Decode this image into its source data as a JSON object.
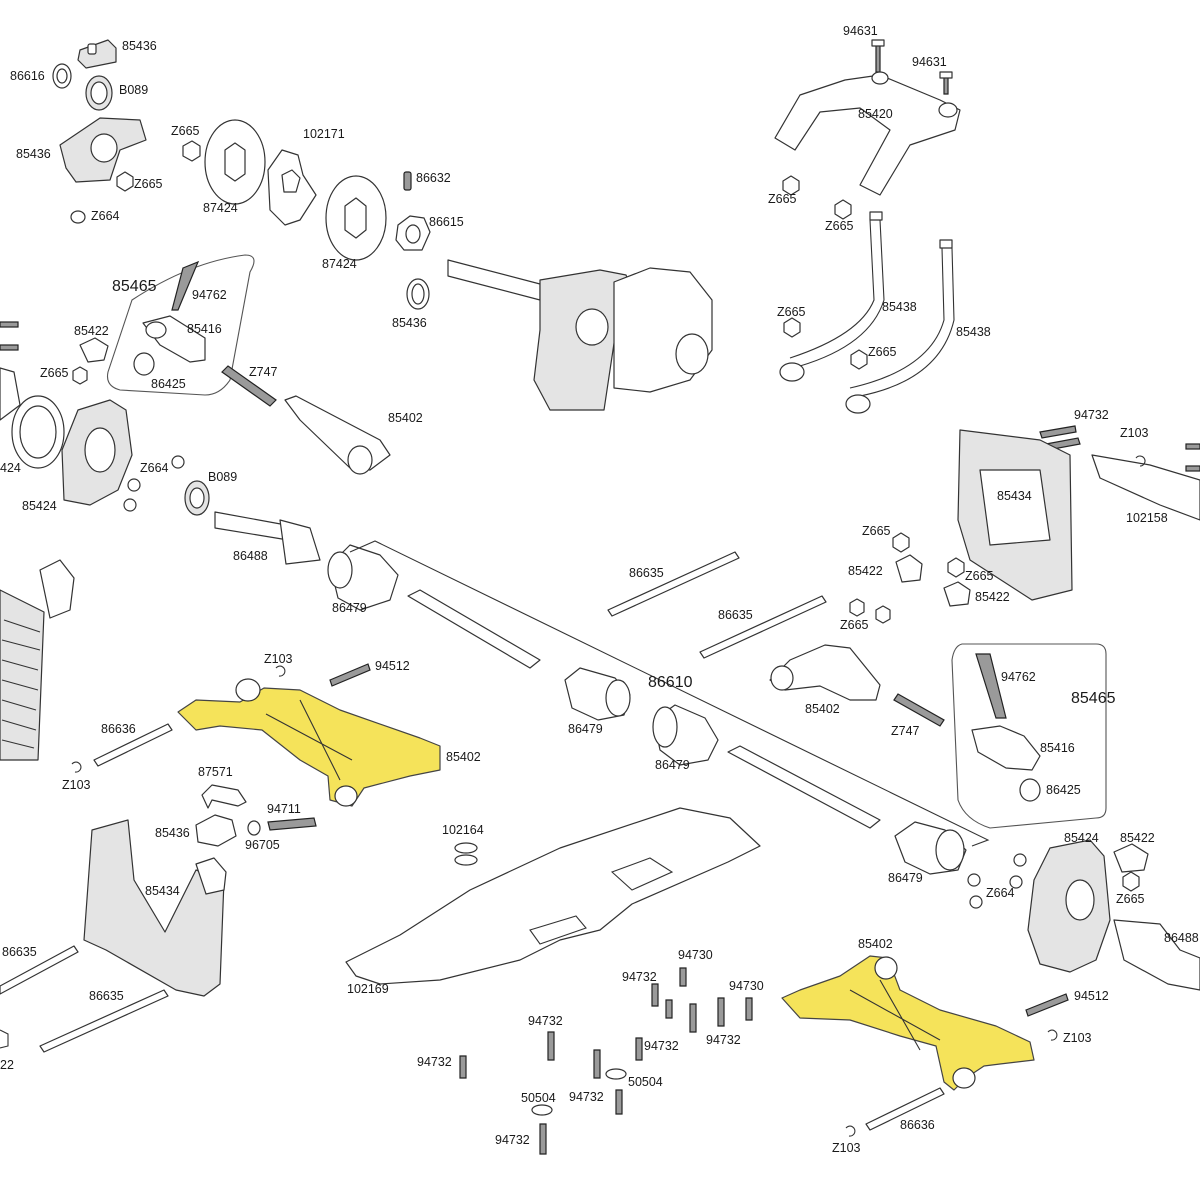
{
  "highlight_color": "#f5e35a",
  "labels": {
    "l85436a": "85436",
    "l86616": "86616",
    "lB089a": "B089",
    "l85436b": "85436",
    "lZ665a": "Z665",
    "lZ665b": "Z665",
    "lZ664a": "Z664",
    "l102171": "102171",
    "l87424a": "87424",
    "l87424b": "87424",
    "l86632": "86632",
    "l86615": "86615",
    "l85436c": "85436",
    "l85465a": "85465",
    "l94762a": "94762",
    "l85416a": "85416",
    "l85422a": "85422",
    "lZ665c": "Z665",
    "l86425a": "86425",
    "lZ747a": "Z747",
    "l85402a": "85402",
    "l424a": "424",
    "l85424a": "85424",
    "lZ664b": "Z664",
    "lB089b": "B089",
    "l86488a": "86488",
    "l86479a": "86479",
    "l94631a": "94631",
    "l94631b": "94631",
    "l85420": "85420",
    "lZ665d": "Z665",
    "lZ665e": "Z665",
    "lZ665f": "Z665",
    "l85438a": "85438",
    "l85438b": "85438",
    "lZ665g": "Z665",
    "l94732a": "94732",
    "lZ103a": "Z103",
    "l85434a": "85434",
    "l102158": "102158",
    "lZ665h": "Z665",
    "l85422b": "85422",
    "lZ665i": "Z665",
    "l85422c": "85422",
    "lZ665j": "Z665",
    "l86635a": "86635",
    "l86635b": "86635",
    "l86610": "86610",
    "lZ103b": "Z103",
    "l94512a": "94512",
    "l86636a": "86636",
    "l85402b": "85402",
    "lZ103c": "Z103",
    "l86479b": "86479",
    "l86479c": "86479",
    "l85402c": "85402",
    "lZ747b": "Z747",
    "l94762b": "94762",
    "l85465b": "85465",
    "l85416b": "85416",
    "l86425b": "86425",
    "l87571": "87571",
    "l94711": "94711",
    "l85436d": "85436",
    "l96705": "96705",
    "l102164": "102164",
    "l86479d": "86479",
    "l85424b": "85424",
    "l85422d": "85422",
    "lZ664c": "Z664",
    "lZ665k": "Z665",
    "l86488b": "86488",
    "l85434b": "85434",
    "l86635c": "86635",
    "l86635d": "86635",
    "l22": "22",
    "l102169": "102169",
    "l94730a": "94730",
    "l94732b": "94732",
    "l94730b": "94730",
    "l94732c": "94732",
    "l94732d": "94732",
    "l94732e": "94732",
    "l50504a": "50504",
    "l94732f": "94732",
    "l50504b": "50504",
    "l94732g": "94732",
    "l94732h": "94732",
    "l85402d": "85402",
    "l94512b": "94512",
    "lZ103d": "Z103",
    "l86636b": "86636",
    "lZ103e": "Z103"
  }
}
